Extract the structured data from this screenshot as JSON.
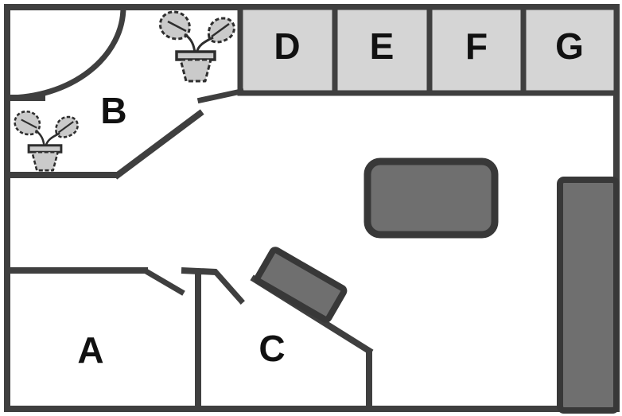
{
  "title": "floor-plan",
  "colors": {
    "background": "#ffffff",
    "wall": "#3f3f3f",
    "room-fill": "#d5d5d5",
    "furniture-fill": "#6f6f6f",
    "furniture-stroke": "#383838",
    "plant-fill": "#cacaca",
    "plant-stroke": "#2e2e2e",
    "label": "#111111"
  },
  "rooms": {
    "A": {
      "label": "A"
    },
    "B": {
      "label": "B"
    },
    "C": {
      "label": "C"
    },
    "D": {
      "label": "D"
    },
    "E": {
      "label": "E"
    },
    "F": {
      "label": "F"
    },
    "G": {
      "label": "G"
    }
  },
  "furniture": [
    {
      "name": "rounded-table"
    },
    {
      "name": "angled-desk"
    },
    {
      "name": "tall-cabinet"
    }
  ],
  "icons": [
    {
      "name": "potted-plant-icon",
      "count": 2
    }
  ]
}
